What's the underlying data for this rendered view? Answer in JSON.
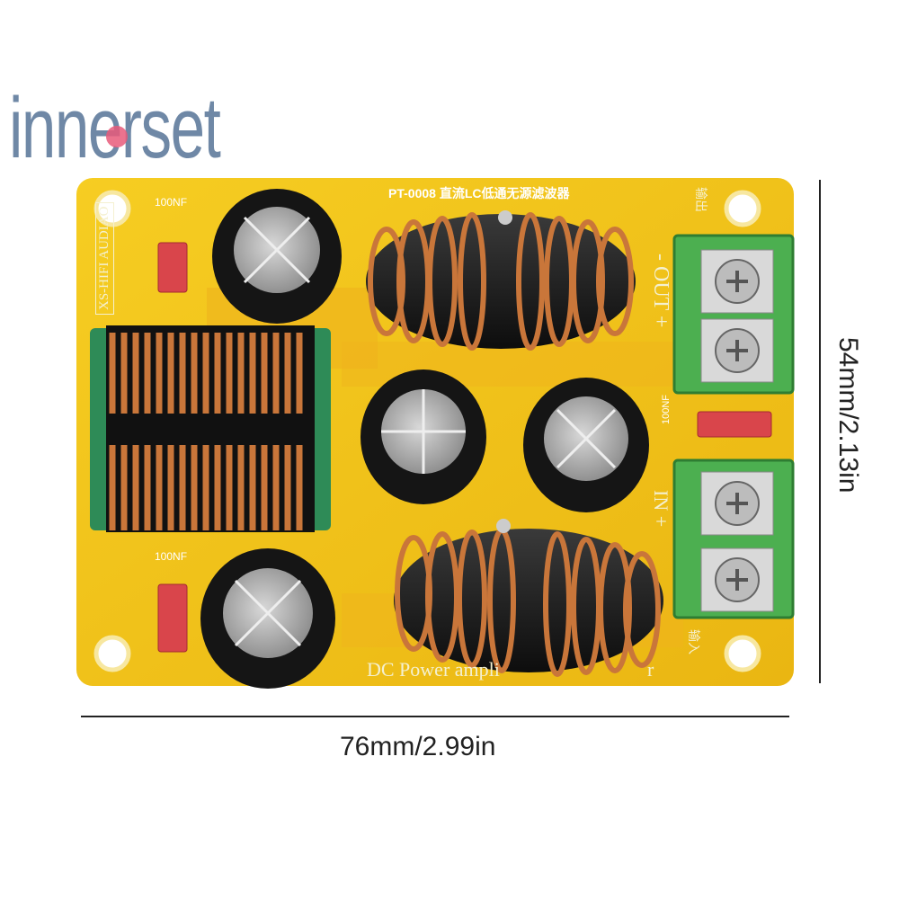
{
  "brand": {
    "logo_text": "innerset"
  },
  "board": {
    "model_title": "PT-0008  直流LC低通无源滤波器",
    "side_badge": "XS-HIFI AUDIAO",
    "cap_label_top_left": "100NF",
    "cap_label_bottom_left": "100NF",
    "cap_label_right": "100NF",
    "out_label": "- OUT +",
    "out_cn": "输出",
    "in_label": "IN +",
    "in_cn": "输入",
    "bottom_text": "DC Power ampli",
    "bottom_text_tail": "r"
  },
  "dimensions": {
    "width_label": "76mm/2.99in",
    "height_label": "54mm/2.13in"
  },
  "colors": {
    "pcb": "#f2c418",
    "copper": "#c9763a",
    "terminal": "#4caf50",
    "logo": "#6f88a6",
    "logo_accent": "#e85a7a"
  }
}
